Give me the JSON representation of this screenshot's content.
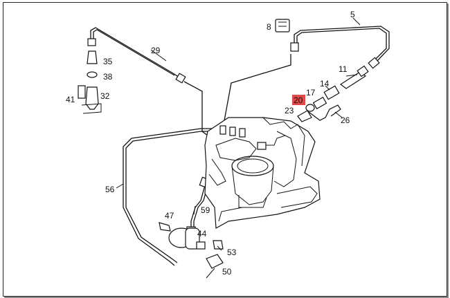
{
  "diagram": {
    "callouts": [
      {
        "id": "c5",
        "text": "5"
      },
      {
        "id": "c8",
        "text": "8"
      },
      {
        "id": "c11",
        "text": "11"
      },
      {
        "id": "c14",
        "text": "14"
      },
      {
        "id": "c17",
        "text": "17"
      },
      {
        "id": "c20",
        "text": "20",
        "highlighted": true
      },
      {
        "id": "c23",
        "text": "23"
      },
      {
        "id": "c26",
        "text": "26"
      },
      {
        "id": "c29",
        "text": "29"
      },
      {
        "id": "c32",
        "text": "32"
      },
      {
        "id": "c35",
        "text": "35"
      },
      {
        "id": "c38",
        "text": "38"
      },
      {
        "id": "c41",
        "text": "41"
      },
      {
        "id": "c44",
        "text": "44"
      },
      {
        "id": "c47",
        "text": "47"
      },
      {
        "id": "c50",
        "text": "50"
      },
      {
        "id": "c53",
        "text": "53"
      },
      {
        "id": "c56",
        "text": "56"
      },
      {
        "id": "c59",
        "text": "59"
      }
    ],
    "highlight_color": "#e04a4a"
  }
}
